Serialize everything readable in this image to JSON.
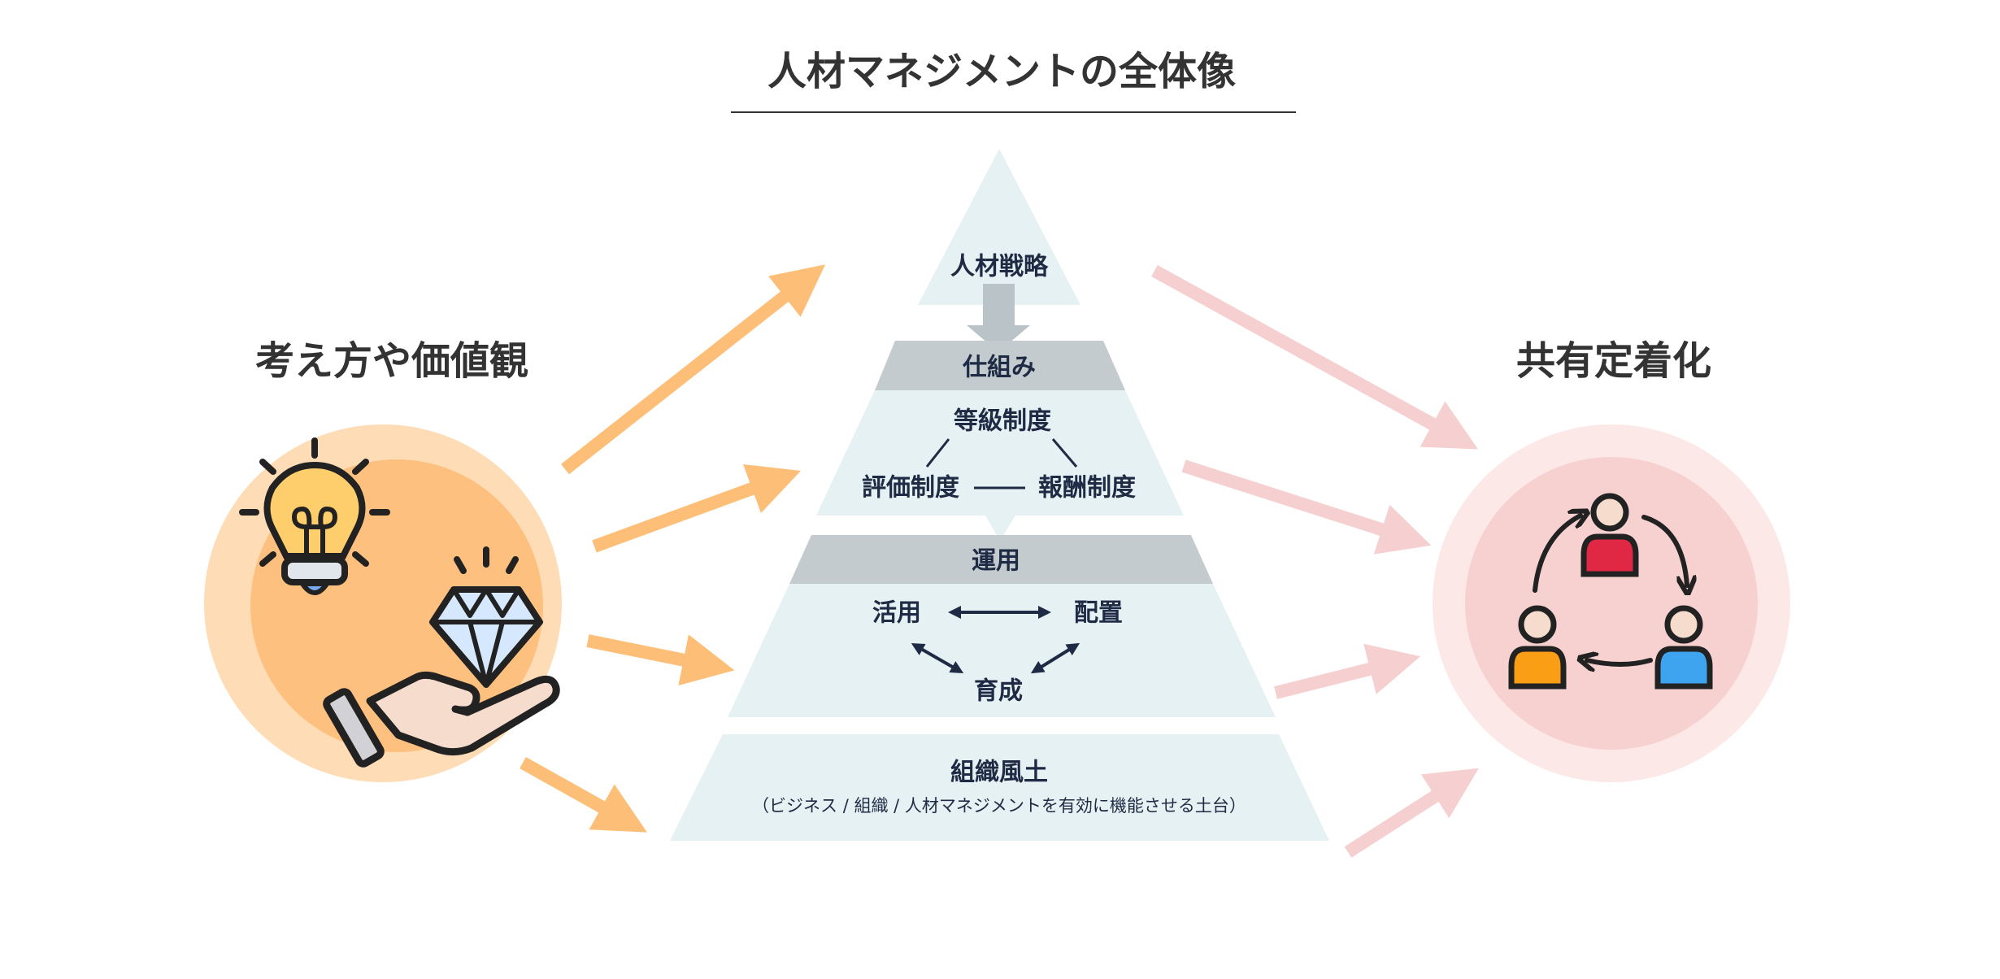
{
  "title": "人材マネジメントの全体像",
  "left_heading": "考え方や価値観",
  "right_heading": "共有定着化",
  "pyramid": {
    "strategy": "人材戦略",
    "mechanism_band": "仕組み",
    "grade_system": "等級制度",
    "evaluation_system": "評価制度",
    "compensation_system": "報酬制度",
    "operation_band": "運用",
    "utilization": "活用",
    "placement": "配置",
    "development": "育成",
    "culture": "組織風土",
    "culture_note": "（ビジネス / 組織 / 人材マネジメントを有効に機能させる土台）"
  },
  "colors": {
    "orange_arrow": "#fdbf78",
    "pink_arrow": "#f6d0d0",
    "pyramid_fill": "#e6f1f3",
    "band_fill": "#c3cbce",
    "text": "#1f2a44"
  }
}
